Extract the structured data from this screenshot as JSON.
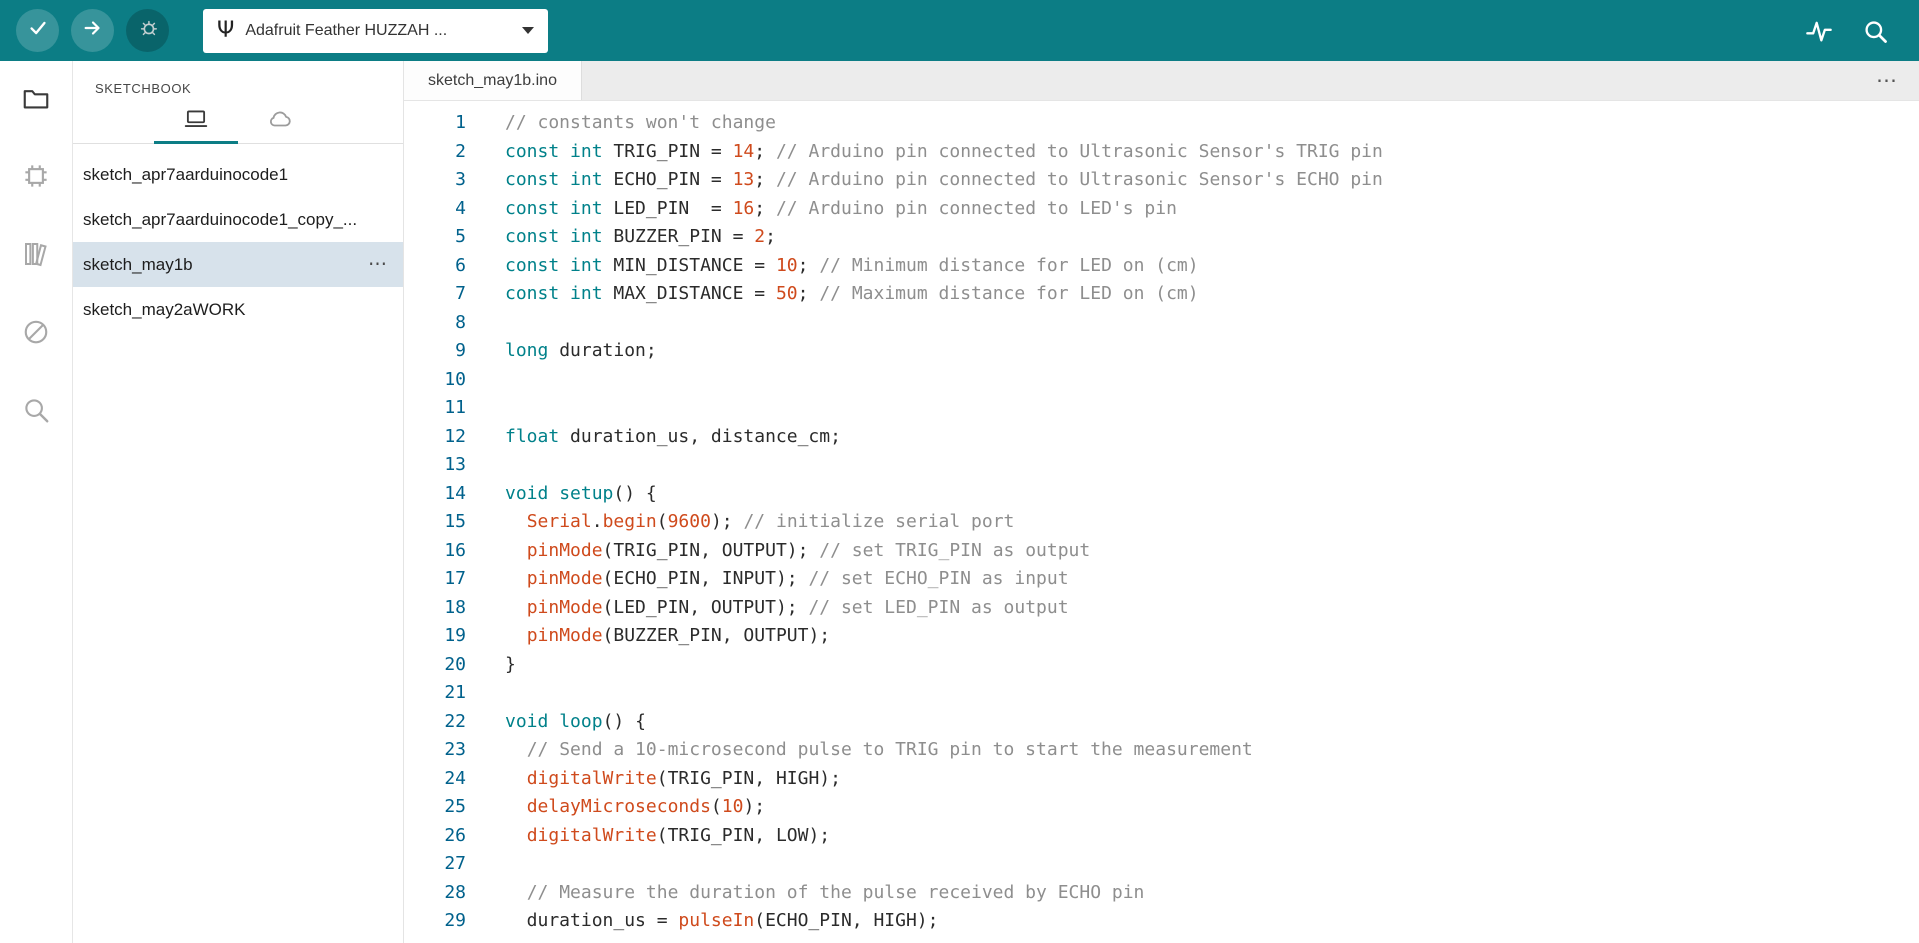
{
  "toolbar": {
    "board_selector": {
      "label": "Adafruit Feather HUZZAH ...",
      "icon_glyph": "Ψ"
    }
  },
  "sidebar": {
    "title": "SKETCHBOOK",
    "item_menu_glyph": "⋯",
    "items": [
      {
        "label": "sketch_apr7aarduinocode1",
        "selected": false
      },
      {
        "label": "sketch_apr7aarduinocode1_copy_...",
        "selected": false
      },
      {
        "label": "sketch_may1b",
        "selected": true
      },
      {
        "label": "sketch_may2aWORK",
        "selected": false
      }
    ]
  },
  "editor": {
    "tab_label": "sketch_may1b.ino",
    "more_glyph": "⋯",
    "code_lines": [
      {
        "n": 1,
        "tokens": [
          [
            "c",
            "// constants won't change"
          ]
        ]
      },
      {
        "n": 2,
        "tokens": [
          [
            "k",
            "const"
          ],
          [
            "p",
            " "
          ],
          [
            "k",
            "int"
          ],
          [
            "p",
            " TRIG_PIN = "
          ],
          [
            "n",
            "14"
          ],
          [
            "p",
            "; "
          ],
          [
            "c",
            "// Arduino pin connected to Ultrasonic Sensor's TRIG pin"
          ]
        ]
      },
      {
        "n": 3,
        "tokens": [
          [
            "k",
            "const"
          ],
          [
            "p",
            " "
          ],
          [
            "k",
            "int"
          ],
          [
            "p",
            " ECHO_PIN = "
          ],
          [
            "n",
            "13"
          ],
          [
            "p",
            "; "
          ],
          [
            "c",
            "// Arduino pin connected to Ultrasonic Sensor's ECHO pin"
          ]
        ]
      },
      {
        "n": 4,
        "tokens": [
          [
            "k",
            "const"
          ],
          [
            "p",
            " "
          ],
          [
            "k",
            "int"
          ],
          [
            "p",
            " LED_PIN  = "
          ],
          [
            "n",
            "16"
          ],
          [
            "p",
            "; "
          ],
          [
            "c",
            "// Arduino pin connected to LED's pin"
          ]
        ]
      },
      {
        "n": 5,
        "tokens": [
          [
            "k",
            "const"
          ],
          [
            "p",
            " "
          ],
          [
            "k",
            "int"
          ],
          [
            "p",
            " BUZZER_PIN = "
          ],
          [
            "n",
            "2"
          ],
          [
            "p",
            ";"
          ]
        ]
      },
      {
        "n": 6,
        "tokens": [
          [
            "k",
            "const"
          ],
          [
            "p",
            " "
          ],
          [
            "k",
            "int"
          ],
          [
            "p",
            " MIN_DISTANCE = "
          ],
          [
            "n",
            "10"
          ],
          [
            "p",
            "; "
          ],
          [
            "c",
            "// Minimum distance for LED on (cm)"
          ]
        ]
      },
      {
        "n": 7,
        "tokens": [
          [
            "k",
            "const"
          ],
          [
            "p",
            " "
          ],
          [
            "k",
            "int"
          ],
          [
            "p",
            " MAX_DISTANCE = "
          ],
          [
            "n",
            "50"
          ],
          [
            "p",
            "; "
          ],
          [
            "c",
            "// Maximum distance for LED on (cm)"
          ]
        ]
      },
      {
        "n": 8,
        "tokens": []
      },
      {
        "n": 9,
        "tokens": [
          [
            "k",
            "long"
          ],
          [
            "p",
            " duration;"
          ]
        ]
      },
      {
        "n": 10,
        "tokens": []
      },
      {
        "n": 11,
        "tokens": []
      },
      {
        "n": 12,
        "tokens": [
          [
            "k",
            "float"
          ],
          [
            "p",
            " duration_us, distance_cm;"
          ]
        ]
      },
      {
        "n": 13,
        "tokens": []
      },
      {
        "n": 14,
        "tokens": [
          [
            "k",
            "void"
          ],
          [
            "p",
            " "
          ],
          [
            "k",
            "setup"
          ],
          [
            "p",
            "() {"
          ]
        ]
      },
      {
        "n": 15,
        "tokens": [
          [
            "p",
            "  "
          ],
          [
            "f",
            "Serial"
          ],
          [
            "p",
            "."
          ],
          [
            "f",
            "begin"
          ],
          [
            "p",
            "("
          ],
          [
            "n",
            "9600"
          ],
          [
            "p",
            "); "
          ],
          [
            "c",
            "// initialize serial port"
          ]
        ]
      },
      {
        "n": 16,
        "tokens": [
          [
            "p",
            "  "
          ],
          [
            "f",
            "pinMode"
          ],
          [
            "p",
            "(TRIG_PIN, OUTPUT); "
          ],
          [
            "c",
            "// set TRIG_PIN as output"
          ]
        ]
      },
      {
        "n": 17,
        "tokens": [
          [
            "p",
            "  "
          ],
          [
            "f",
            "pinMode"
          ],
          [
            "p",
            "(ECHO_PIN, INPUT); "
          ],
          [
            "c",
            "// set ECHO_PIN as input"
          ]
        ]
      },
      {
        "n": 18,
        "tokens": [
          [
            "p",
            "  "
          ],
          [
            "f",
            "pinMode"
          ],
          [
            "p",
            "(LED_PIN, OUTPUT); "
          ],
          [
            "c",
            "// set LED_PIN as output"
          ]
        ]
      },
      {
        "n": 19,
        "tokens": [
          [
            "p",
            "  "
          ],
          [
            "f",
            "pinMode"
          ],
          [
            "p",
            "(BUZZER_PIN, OUTPUT);"
          ]
        ]
      },
      {
        "n": 20,
        "tokens": [
          [
            "p",
            "}"
          ]
        ]
      },
      {
        "n": 21,
        "tokens": []
      },
      {
        "n": 22,
        "tokens": [
          [
            "k",
            "void"
          ],
          [
            "p",
            " "
          ],
          [
            "k",
            "loop"
          ],
          [
            "p",
            "() {"
          ]
        ]
      },
      {
        "n": 23,
        "tokens": [
          [
            "p",
            "  "
          ],
          [
            "c",
            "// Send a 10-microsecond pulse to TRIG pin to start the measurement"
          ]
        ]
      },
      {
        "n": 24,
        "tokens": [
          [
            "p",
            "  "
          ],
          [
            "f",
            "digitalWrite"
          ],
          [
            "p",
            "(TRIG_PIN, HIGH);"
          ]
        ]
      },
      {
        "n": 25,
        "tokens": [
          [
            "p",
            "  "
          ],
          [
            "f",
            "delayMicroseconds"
          ],
          [
            "p",
            "("
          ],
          [
            "n",
            "10"
          ],
          [
            "p",
            ");"
          ]
        ]
      },
      {
        "n": 26,
        "tokens": [
          [
            "p",
            "  "
          ],
          [
            "f",
            "digitalWrite"
          ],
          [
            "p",
            "(TRIG_PIN, LOW);"
          ]
        ]
      },
      {
        "n": 27,
        "tokens": []
      },
      {
        "n": 28,
        "tokens": [
          [
            "p",
            "  "
          ],
          [
            "c",
            "// Measure the duration of the pulse received by ECHO pin"
          ]
        ]
      },
      {
        "n": 29,
        "tokens": [
          [
            "p",
            "  duration_us = "
          ],
          [
            "f",
            "pulseIn"
          ],
          [
            "p",
            "(ECHO_PIN, HIGH);"
          ]
        ]
      }
    ]
  },
  "colors": {
    "toolbar_teal": "#0c7d85",
    "keyword": "#00818a",
    "function": "#cf4a1c",
    "number": "#cf4a1c",
    "comment": "#8e8e8e",
    "line_number": "#00618c",
    "selected_item_bg": "#d7e2eb"
  }
}
